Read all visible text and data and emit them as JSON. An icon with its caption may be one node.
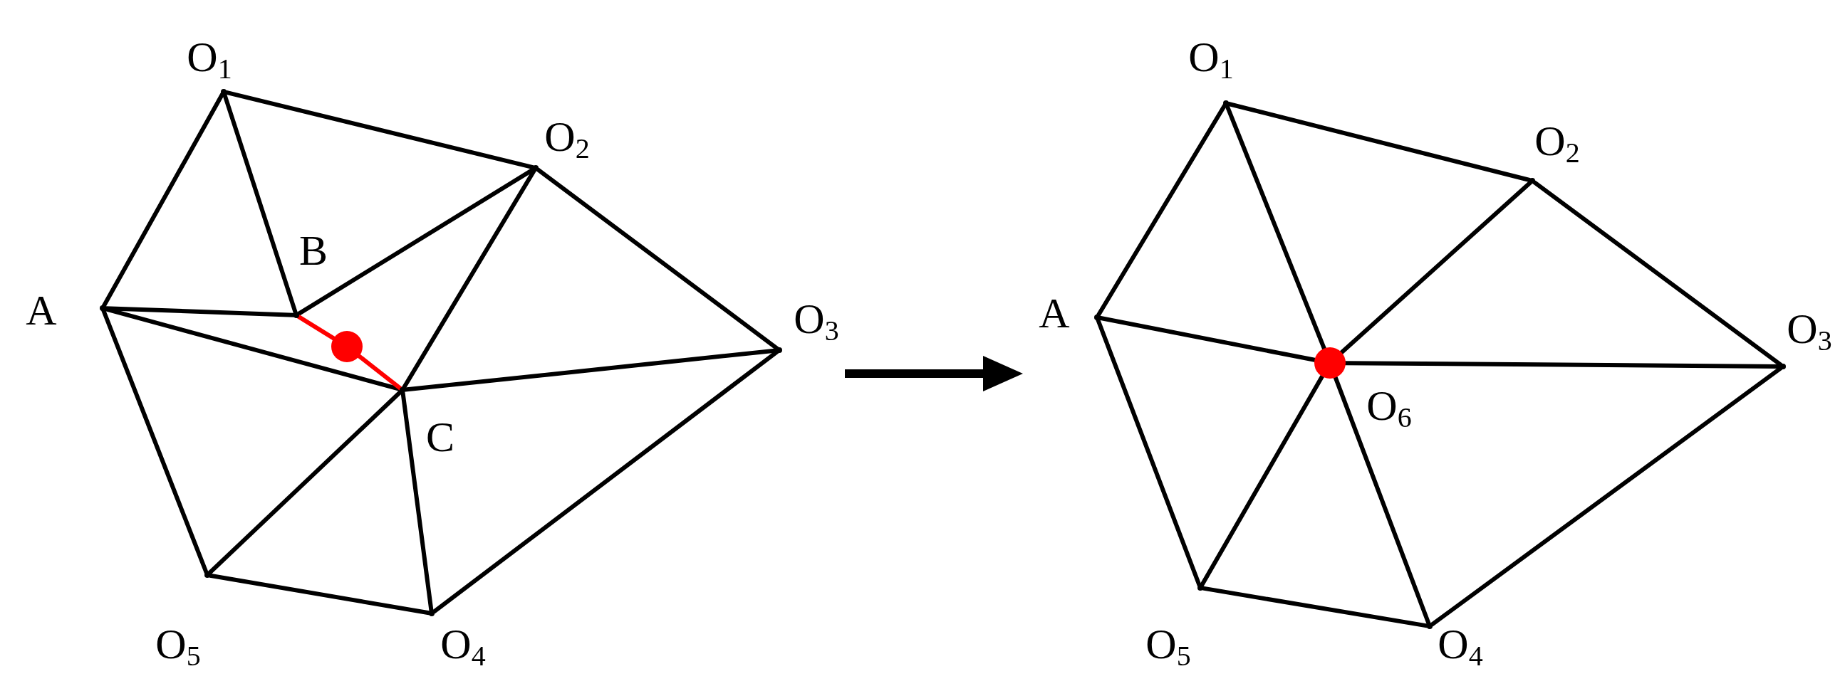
{
  "diagram": {
    "nodes": [
      {
        "text": [],
        "shape": "point",
        "beside": [
          "O$_{1}$"
        ]
      },
      {
        "text": [],
        "shape": "point",
        "beside": [
          "O$_{2}$"
        ]
      },
      {
        "text": [],
        "shape": "point",
        "beside": [
          "A"
        ]
      },
      {
        "text": [],
        "shape": "point",
        "beside": [
          "B"
        ]
      },
      {
        "text": [],
        "shape": "point",
        "beside": [
          "O$_{3}$"
        ]
      },
      {
        "text": [],
        "shape": "circle"
      },
      {
        "text": [],
        "shape": "point",
        "beside": [
          "C"
        ]
      },
      {
        "text": [],
        "shape": "point",
        "beside": [
          "O$_{5}$"
        ]
      },
      {
        "text": [],
        "shape": "point",
        "beside": [
          "O$_{4}$"
        ]
      },
      {
        "text": [],
        "shape": "point",
        "beside": [
          "O$_{1}$"
        ]
      },
      {
        "text": [],
        "shape": "point",
        "beside": [
          "O$_{2}$"
        ]
      },
      {
        "text": [],
        "shape": "point",
        "beside": [
          "A"
        ]
      },
      {
        "text": [],
        "shape": "point",
        "beside": [
          "O$_{3}$"
        ]
      },
      {
        "text": [],
        "shape": "circle",
        "beside": [
          "O$_{6}$"
        ]
      },
      {
        "text": [],
        "shape": "point",
        "beside": [
          "O$_{5}$"
        ]
      },
      {
        "text": [],
        "shape": "point",
        "beside": [
          "O$_{4}$"
        ]
      }
    ],
    "edges": [
      {
        "from": 2,
        "to": 0,
        "arrow": "none"
      },
      {
        "from": 0,
        "to": 1,
        "arrow": "none"
      },
      {
        "from": 1,
        "to": 4,
        "arrow": "none"
      },
      {
        "from": 4,
        "to": 8,
        "arrow": "none"
      },
      {
        "from": 8,
        "to": 7,
        "arrow": "none"
      },
      {
        "from": 7,
        "to": 2,
        "arrow": "none"
      },
      {
        "from": 0,
        "to": 3,
        "arrow": "none"
      },
      {
        "from": 2,
        "to": 3,
        "arrow": "none"
      },
      {
        "from": 3,
        "to": 1,
        "arrow": "none"
      },
      {
        "from": 1,
        "to": 6,
        "arrow": "none"
      },
      {
        "from": 2,
        "to": 6,
        "arrow": "none"
      },
      {
        "from": 6,
        "to": 4,
        "arrow": "none"
      },
      {
        "from": 6,
        "to": 8,
        "arrow": "none"
      },
      {
        "from": 6,
        "to": 7,
        "arrow": "none"
      },
      {
        "from": 3,
        "to": 5,
        "arrow": "none",
        "color": "#ff0000"
      },
      {
        "from": 5,
        "to": 6,
        "arrow": "none",
        "color": "#ff0000"
      },
      {
        "from": 11,
        "to": 9,
        "arrow": "none"
      },
      {
        "from": 9,
        "to": 10,
        "arrow": "none"
      },
      {
        "from": 10,
        "to": 12,
        "arrow": "none"
      },
      {
        "from": 12,
        "to": 15,
        "arrow": "none"
      },
      {
        "from": 15,
        "to": 14,
        "arrow": "none"
      },
      {
        "from": 14,
        "to": 11,
        "arrow": "none"
      },
      {
        "from": 13,
        "to": 9,
        "arrow": "none"
      },
      {
        "from": 13,
        "to": 10,
        "arrow": "none"
      },
      {
        "from": 13,
        "to": 11,
        "arrow": "none"
      },
      {
        "from": 13,
        "to": 12,
        "arrow": "none"
      },
      {
        "from": 13,
        "to": 14,
        "arrow": "none"
      },
      {
        "from": 13,
        "to": 15,
        "arrow": "none"
      }
    ]
  }
}
